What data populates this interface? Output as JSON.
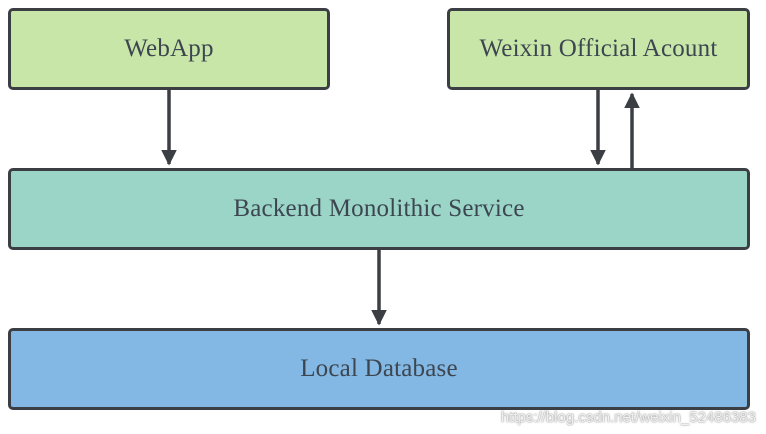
{
  "nodes": {
    "webapp": {
      "label": "WebApp",
      "color": "#c8e6a8"
    },
    "weixin": {
      "label": "Weixin Official Acount",
      "color": "#c8e6a8"
    },
    "backend": {
      "label": "Backend Monolithic Service",
      "color": "#9ad5c8"
    },
    "database": {
      "label": "Local Database",
      "color": "#82b8e3"
    }
  },
  "edges": [
    {
      "from": "WebApp",
      "to": "Backend Monolithic Service"
    },
    {
      "from": "Weixin Official Acount",
      "to": "Backend Monolithic Service"
    },
    {
      "from": "Backend Monolithic Service",
      "to": "Weixin Official Acount"
    },
    {
      "from": "Backend Monolithic Service",
      "to": "Local Database"
    }
  ],
  "watermark": "https://blog.csdn.net/weixin_52486383"
}
